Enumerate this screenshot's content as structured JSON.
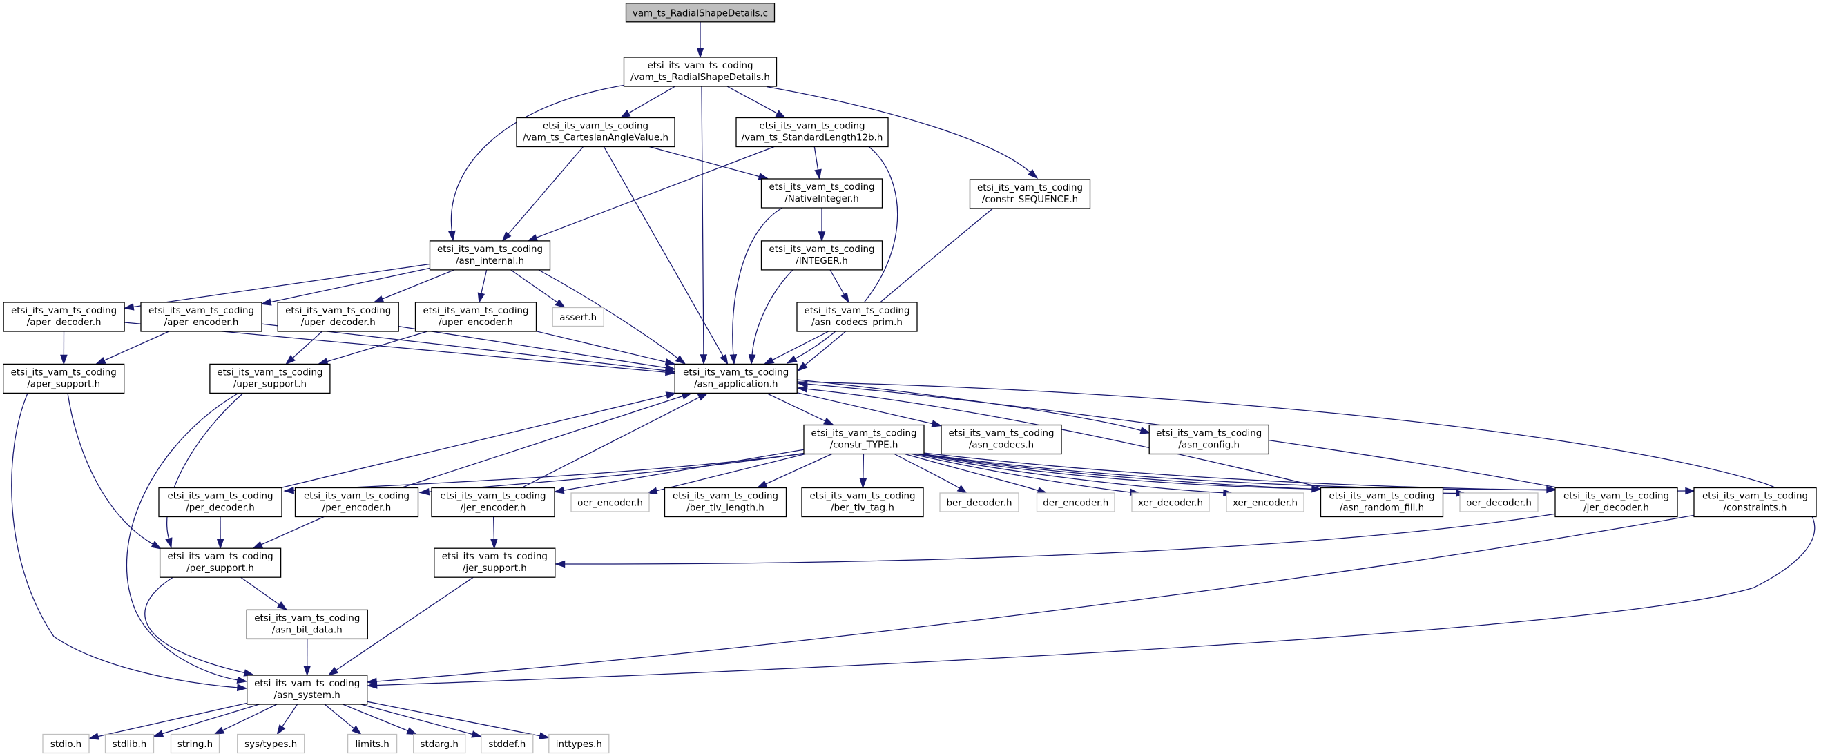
{
  "diagram": {
    "type": "doxygen-include-dependency-graph",
    "root": "vam_ts_RadialShapeDetails.c",
    "background": "#ffffff"
  },
  "colors": {
    "edge": "#191970",
    "node_border": "#000000",
    "external_node_border": "#bfbfbf",
    "node_fill": "#ffffff",
    "root_fill": "#bfbfbf",
    "text": "#000000"
  },
  "nodes": [
    {
      "id": "vam_ts_radialshapedetails_c",
      "lines": [
        "vam_ts_RadialShapeDetails.c"
      ],
      "kind": "root"
    },
    {
      "id": "vam_ts_radialshapedetails_h",
      "lines": [
        "etsi_its_vam_ts_coding",
        "/vam_ts_RadialShapeDetails.h"
      ],
      "kind": "int"
    },
    {
      "id": "vam_ts_cartesiananglevalue_h",
      "lines": [
        "etsi_its_vam_ts_coding",
        "/vam_ts_CartesianAngleValue.h"
      ],
      "kind": "int"
    },
    {
      "id": "vam_ts_standardlength12b_h",
      "lines": [
        "etsi_its_vam_ts_coding",
        "/vam_ts_StandardLength12b.h"
      ],
      "kind": "int"
    },
    {
      "id": "nativeinteger_h",
      "lines": [
        "etsi_its_vam_ts_coding",
        "/NativeInteger.h"
      ],
      "kind": "int"
    },
    {
      "id": "constr_sequence_h",
      "lines": [
        "etsi_its_vam_ts_coding",
        "/constr_SEQUENCE.h"
      ],
      "kind": "int"
    },
    {
      "id": "asn_internal_h",
      "lines": [
        "etsi_its_vam_ts_coding",
        "/asn_internal.h"
      ],
      "kind": "int"
    },
    {
      "id": "integer_h",
      "lines": [
        "etsi_its_vam_ts_coding",
        "/INTEGER.h"
      ],
      "kind": "int"
    },
    {
      "id": "aper_decoder_h",
      "lines": [
        "etsi_its_vam_ts_coding",
        "/aper_decoder.h"
      ],
      "kind": "int"
    },
    {
      "id": "aper_encoder_h",
      "lines": [
        "etsi_its_vam_ts_coding",
        "/aper_encoder.h"
      ],
      "kind": "int"
    },
    {
      "id": "uper_decoder_h",
      "lines": [
        "etsi_its_vam_ts_coding",
        "/uper_decoder.h"
      ],
      "kind": "int"
    },
    {
      "id": "uper_encoder_h",
      "lines": [
        "etsi_its_vam_ts_coding",
        "/uper_encoder.h"
      ],
      "kind": "int"
    },
    {
      "id": "assert_h",
      "lines": [
        "assert.h"
      ],
      "kind": "ext"
    },
    {
      "id": "asn_codecs_prim_h",
      "lines": [
        "etsi_its_vam_ts_coding",
        "/asn_codecs_prim.h"
      ],
      "kind": "int"
    },
    {
      "id": "aper_support_h",
      "lines": [
        "etsi_its_vam_ts_coding",
        "/aper_support.h"
      ],
      "kind": "int"
    },
    {
      "id": "uper_support_h",
      "lines": [
        "etsi_its_vam_ts_coding",
        "/uper_support.h"
      ],
      "kind": "int"
    },
    {
      "id": "asn_application_h",
      "lines": [
        "etsi_its_vam_ts_coding",
        "/asn_application.h"
      ],
      "kind": "int"
    },
    {
      "id": "constr_type_h",
      "lines": [
        "etsi_its_vam_ts_coding",
        "/constr_TYPE.h"
      ],
      "kind": "int"
    },
    {
      "id": "asn_codecs_h",
      "lines": [
        "etsi_its_vam_ts_coding",
        "/asn_codecs.h"
      ],
      "kind": "int"
    },
    {
      "id": "asn_config_h",
      "lines": [
        "etsi_its_vam_ts_coding",
        "/asn_config.h"
      ],
      "kind": "int"
    },
    {
      "id": "per_decoder_h",
      "lines": [
        "etsi_its_vam_ts_coding",
        "/per_decoder.h"
      ],
      "kind": "int"
    },
    {
      "id": "per_encoder_h",
      "lines": [
        "etsi_its_vam_ts_coding",
        "/per_encoder.h"
      ],
      "kind": "int"
    },
    {
      "id": "jer_encoder_h",
      "lines": [
        "etsi_its_vam_ts_coding",
        "/jer_encoder.h"
      ],
      "kind": "int"
    },
    {
      "id": "oer_encoder_h",
      "lines": [
        "oer_encoder.h"
      ],
      "kind": "ext"
    },
    {
      "id": "ber_tlv_length_h",
      "lines": [
        "etsi_its_vam_ts_coding",
        "/ber_tlv_length.h"
      ],
      "kind": "int"
    },
    {
      "id": "ber_tlv_tag_h",
      "lines": [
        "etsi_its_vam_ts_coding",
        "/ber_tlv_tag.h"
      ],
      "kind": "int"
    },
    {
      "id": "ber_decoder_h",
      "lines": [
        "ber_decoder.h"
      ],
      "kind": "ext"
    },
    {
      "id": "der_encoder_h",
      "lines": [
        "der_encoder.h"
      ],
      "kind": "ext"
    },
    {
      "id": "xer_decoder_h",
      "lines": [
        "xer_decoder.h"
      ],
      "kind": "ext"
    },
    {
      "id": "xer_encoder_h",
      "lines": [
        "xer_encoder.h"
      ],
      "kind": "ext"
    },
    {
      "id": "asn_random_fill_h",
      "lines": [
        "etsi_its_vam_ts_coding",
        "/asn_random_fill.h"
      ],
      "kind": "int"
    },
    {
      "id": "oer_decoder_h",
      "lines": [
        "oer_decoder.h"
      ],
      "kind": "ext"
    },
    {
      "id": "jer_decoder_h",
      "lines": [
        "etsi_its_vam_ts_coding",
        "/jer_decoder.h"
      ],
      "kind": "int"
    },
    {
      "id": "constraints_h",
      "lines": [
        "etsi_its_vam_ts_coding",
        "/constraints.h"
      ],
      "kind": "int"
    },
    {
      "id": "per_support_h",
      "lines": [
        "etsi_its_vam_ts_coding",
        "/per_support.h"
      ],
      "kind": "int"
    },
    {
      "id": "jer_support_h",
      "lines": [
        "etsi_its_vam_ts_coding",
        "/jer_support.h"
      ],
      "kind": "int"
    },
    {
      "id": "asn_bit_data_h",
      "lines": [
        "etsi_its_vam_ts_coding",
        "/asn_bit_data.h"
      ],
      "kind": "int"
    },
    {
      "id": "asn_system_h",
      "lines": [
        "etsi_its_vam_ts_coding",
        "/asn_system.h"
      ],
      "kind": "int"
    },
    {
      "id": "stdio_h",
      "lines": [
        "stdio.h"
      ],
      "kind": "ext"
    },
    {
      "id": "stdlib_h",
      "lines": [
        "stdlib.h"
      ],
      "kind": "ext"
    },
    {
      "id": "string_h",
      "lines": [
        "string.h"
      ],
      "kind": "ext"
    },
    {
      "id": "sys_types_h",
      "lines": [
        "sys/types.h"
      ],
      "kind": "ext"
    },
    {
      "id": "limits_h",
      "lines": [
        "limits.h"
      ],
      "kind": "ext"
    },
    {
      "id": "stdarg_h",
      "lines": [
        "stdarg.h"
      ],
      "kind": "ext"
    },
    {
      "id": "stddef_h",
      "lines": [
        "stddef.h"
      ],
      "kind": "ext"
    },
    {
      "id": "inttypes_h",
      "lines": [
        "inttypes.h"
      ],
      "kind": "ext"
    }
  ],
  "edges": [
    {
      "from": "vam_ts_radialshapedetails_c",
      "to": "vam_ts_radialshapedetails_h"
    },
    {
      "from": "vam_ts_radialshapedetails_h",
      "to": "vam_ts_cartesiananglevalue_h"
    },
    {
      "from": "vam_ts_radialshapedetails_h",
      "to": "vam_ts_standardlength12b_h"
    },
    {
      "from": "vam_ts_radialshapedetails_h",
      "to": "asn_application_h"
    },
    {
      "from": "vam_ts_radialshapedetails_h",
      "to": "constr_sequence_h"
    },
    {
      "from": "vam_ts_radialshapedetails_h",
      "to": "asn_internal_h"
    },
    {
      "from": "vam_ts_cartesiananglevalue_h",
      "to": "asn_application_h"
    },
    {
      "from": "vam_ts_cartesiananglevalue_h",
      "to": "nativeinteger_h"
    },
    {
      "from": "vam_ts_cartesiananglevalue_h",
      "to": "asn_internal_h"
    },
    {
      "from": "vam_ts_standardlength12b_h",
      "to": "asn_application_h"
    },
    {
      "from": "vam_ts_standardlength12b_h",
      "to": "nativeinteger_h"
    },
    {
      "from": "vam_ts_standardlength12b_h",
      "to": "asn_internal_h"
    },
    {
      "from": "nativeinteger_h",
      "to": "asn_application_h"
    },
    {
      "from": "nativeinteger_h",
      "to": "integer_h"
    },
    {
      "from": "integer_h",
      "to": "asn_application_h"
    },
    {
      "from": "integer_h",
      "to": "asn_codecs_prim_h"
    },
    {
      "from": "asn_codecs_prim_h",
      "to": "asn_application_h"
    },
    {
      "from": "constr_sequence_h",
      "to": "asn_application_h"
    },
    {
      "from": "asn_internal_h",
      "to": "asn_application_h"
    },
    {
      "from": "asn_internal_h",
      "to": "assert_h"
    },
    {
      "from": "asn_internal_h",
      "to": "aper_decoder_h"
    },
    {
      "from": "asn_internal_h",
      "to": "aper_encoder_h"
    },
    {
      "from": "asn_internal_h",
      "to": "uper_decoder_h"
    },
    {
      "from": "asn_internal_h",
      "to": "uper_encoder_h"
    },
    {
      "from": "aper_decoder_h",
      "to": "asn_application_h"
    },
    {
      "from": "aper_decoder_h",
      "to": "aper_support_h"
    },
    {
      "from": "aper_encoder_h",
      "to": "asn_application_h"
    },
    {
      "from": "aper_encoder_h",
      "to": "aper_support_h"
    },
    {
      "from": "uper_decoder_h",
      "to": "asn_application_h"
    },
    {
      "from": "uper_decoder_h",
      "to": "uper_support_h"
    },
    {
      "from": "uper_encoder_h",
      "to": "asn_application_h"
    },
    {
      "from": "uper_encoder_h",
      "to": "uper_support_h"
    },
    {
      "from": "aper_support_h",
      "to": "asn_system_h"
    },
    {
      "from": "aper_support_h",
      "to": "per_support_h"
    },
    {
      "from": "uper_support_h",
      "to": "asn_system_h"
    },
    {
      "from": "uper_support_h",
      "to": "per_support_h"
    },
    {
      "from": "asn_application_h",
      "to": "asn_system_h"
    },
    {
      "from": "asn_application_h",
      "to": "asn_codecs_h"
    },
    {
      "from": "asn_application_h",
      "to": "constr_type_h"
    },
    {
      "from": "asn_application_h",
      "to": "asn_config_h"
    },
    {
      "from": "constr_type_h",
      "to": "ber_tlv_length_h"
    },
    {
      "from": "constr_type_h",
      "to": "ber_tlv_tag_h"
    },
    {
      "from": "constr_type_h",
      "to": "ber_decoder_h"
    },
    {
      "from": "constr_type_h",
      "to": "der_encoder_h"
    },
    {
      "from": "constr_type_h",
      "to": "xer_decoder_h"
    },
    {
      "from": "constr_type_h",
      "to": "xer_encoder_h"
    },
    {
      "from": "constr_type_h",
      "to": "per_decoder_h"
    },
    {
      "from": "constr_type_h",
      "to": "per_encoder_h"
    },
    {
      "from": "constr_type_h",
      "to": "jer_encoder_h"
    },
    {
      "from": "constr_type_h",
      "to": "oer_encoder_h"
    },
    {
      "from": "constr_type_h",
      "to": "oer_decoder_h"
    },
    {
      "from": "constr_type_h",
      "to": "jer_decoder_h"
    },
    {
      "from": "constr_type_h",
      "to": "asn_random_fill_h"
    },
    {
      "from": "constr_type_h",
      "to": "constraints_h"
    },
    {
      "from": "per_decoder_h",
      "to": "asn_application_h"
    },
    {
      "from": "per_decoder_h",
      "to": "per_support_h"
    },
    {
      "from": "per_encoder_h",
      "to": "asn_application_h"
    },
    {
      "from": "per_encoder_h",
      "to": "per_support_h"
    },
    {
      "from": "jer_encoder_h",
      "to": "asn_application_h"
    },
    {
      "from": "jer_encoder_h",
      "to": "jer_support_h"
    },
    {
      "from": "jer_decoder_h",
      "to": "asn_application_h"
    },
    {
      "from": "asn_random_fill_h",
      "to": "asn_application_h"
    },
    {
      "from": "jer_decoder_h",
      "to": "jer_support_h"
    },
    {
      "from": "per_support_h",
      "to": "asn_bit_data_h"
    },
    {
      "from": "per_support_h",
      "to": "asn_system_h"
    },
    {
      "from": "jer_support_h",
      "to": "asn_system_h"
    },
    {
      "from": "asn_bit_data_h",
      "to": "asn_system_h"
    },
    {
      "from": "constraints_h",
      "to": "asn_system_h"
    },
    {
      "from": "asn_system_h",
      "to": "stdio_h"
    },
    {
      "from": "asn_system_h",
      "to": "stdlib_h"
    },
    {
      "from": "asn_system_h",
      "to": "string_h"
    },
    {
      "from": "asn_system_h",
      "to": "sys_types_h"
    },
    {
      "from": "asn_system_h",
      "to": "limits_h"
    },
    {
      "from": "asn_system_h",
      "to": "stdarg_h"
    },
    {
      "from": "asn_system_h",
      "to": "stddef_h"
    },
    {
      "from": "asn_system_h",
      "to": "inttypes_h"
    }
  ]
}
